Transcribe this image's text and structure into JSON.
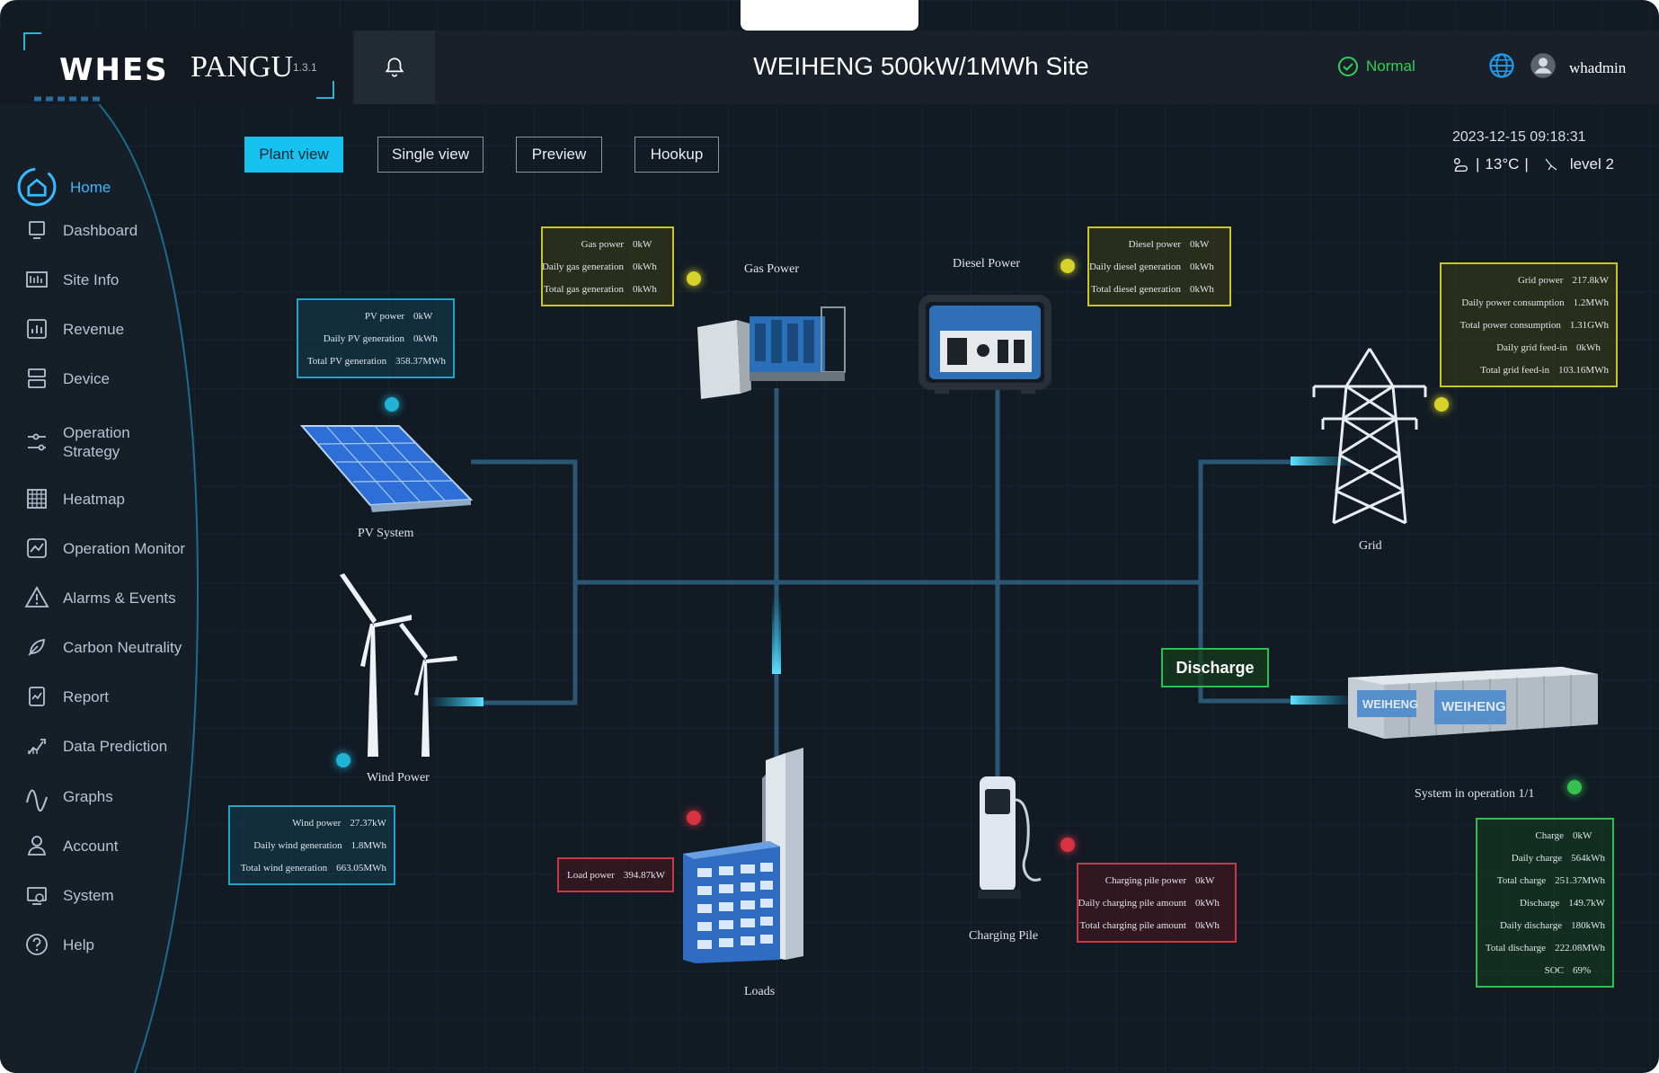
{
  "header": {
    "brand": "WHES",
    "product": "PANGU",
    "version": "1.3.1",
    "site_title": "WEIHENG 500kW/1MWh Site",
    "status": "Normal",
    "username": "whadmin"
  },
  "colors": {
    "accent": "#16c2f0",
    "ok": "#2fd05a",
    "pv": "#1aa6c8",
    "gas": "#c8c42a",
    "load": "#c63a44",
    "storage": "#2fbf4f"
  },
  "sidebar": {
    "items": [
      {
        "label": "Home",
        "icon": "home-icon",
        "active": true
      },
      {
        "label": "Dashboard",
        "icon": "monitor-icon"
      },
      {
        "label": "Site Info",
        "icon": "site-info-icon"
      },
      {
        "label": "Revenue",
        "icon": "revenue-chart-icon"
      },
      {
        "label": "Device",
        "icon": "server-icon"
      },
      {
        "label": "Operation",
        "label2": "Strategy",
        "icon": "sliders-icon"
      },
      {
        "label": "Heatmap",
        "icon": "grid-icon"
      },
      {
        "label": "Operation Monitor",
        "icon": "monitor-chart-icon"
      },
      {
        "label": "Alarms & Events",
        "icon": "warning-icon"
      },
      {
        "label": "Carbon Neutrality",
        "icon": "leaf-icon"
      },
      {
        "label": "Report",
        "icon": "report-icon"
      },
      {
        "label": "Data Prediction",
        "icon": "prediction-icon"
      },
      {
        "label": "Graphs",
        "icon": "wave-icon"
      },
      {
        "label": "Account",
        "icon": "user-icon"
      },
      {
        "label": "System",
        "icon": "system-icon"
      },
      {
        "label": "Help",
        "icon": "help-icon"
      }
    ]
  },
  "views": {
    "plant": "Plant view",
    "single": "Single view",
    "preview": "Preview",
    "hookup": "Hookup"
  },
  "env": {
    "datetime": "2023-12-15 09:18:31",
    "temperature": "13°C",
    "level": "level 2"
  },
  "devices": {
    "pv": {
      "name": "PV System",
      "rows": [
        {
          "label": "PV power",
          "value": "0kW"
        },
        {
          "label": "Daily PV generation",
          "value": "0kWh"
        },
        {
          "label": "Total PV generation",
          "value": "358.37MWh"
        }
      ]
    },
    "gas": {
      "name": "Gas Power",
      "rows": [
        {
          "label": "Gas power",
          "value": "0kW"
        },
        {
          "label": "Daily gas generation",
          "value": "0kWh"
        },
        {
          "label": "Total gas generation",
          "value": "0kWh"
        }
      ]
    },
    "diesel": {
      "name": "Diesel Power",
      "rows": [
        {
          "label": "Diesel power",
          "value": "0kW"
        },
        {
          "label": "Daily diesel generation",
          "value": "0kWh"
        },
        {
          "label": "Total diesel generation",
          "value": "0kWh"
        }
      ]
    },
    "grid": {
      "name": "Grid",
      "rows": [
        {
          "label": "Grid power",
          "value": "217.8kW"
        },
        {
          "label": "Daily power consumption",
          "value": "1.2MWh"
        },
        {
          "label": "Total power consumption",
          "value": "1.31GWh"
        },
        {
          "label": "Daily grid feed-in",
          "value": "0kWh"
        },
        {
          "label": "Total grid feed-in",
          "value": "103.16MWh"
        }
      ]
    },
    "wind": {
      "name": "Wind Power",
      "rows": [
        {
          "label": "Wind power",
          "value": "27.37kW"
        },
        {
          "label": "Daily wind generation",
          "value": "1.8MWh"
        },
        {
          "label": "Total wind generation",
          "value": "663.05MWh"
        }
      ]
    },
    "loads": {
      "name": "Loads",
      "rows": [
        {
          "label": "Load power",
          "value": "394.87kW"
        }
      ]
    },
    "charging": {
      "name": "Charging Pile",
      "rows": [
        {
          "label": "Charging pile power",
          "value": "0kW"
        },
        {
          "label": "Daily charging pile amount",
          "value": "0kWh"
        },
        {
          "label": "Total charging pile amount",
          "value": "0kWh"
        }
      ]
    },
    "storage": {
      "mode": "Discharge",
      "status": "System in operation 1/1",
      "brand": "WEIHENG",
      "rows": [
        {
          "label": "Charge",
          "value": "0kW"
        },
        {
          "label": "Daily charge",
          "value": "564kWh"
        },
        {
          "label": "Total charge",
          "value": "251.37MWh"
        },
        {
          "label": "Discharge",
          "value": "149.7kW"
        },
        {
          "label": "Daily discharge",
          "value": "180kWh"
        },
        {
          "label": "Total discharge",
          "value": "222.08MWh"
        },
        {
          "label": "SOC",
          "value": "69%"
        }
      ]
    }
  }
}
